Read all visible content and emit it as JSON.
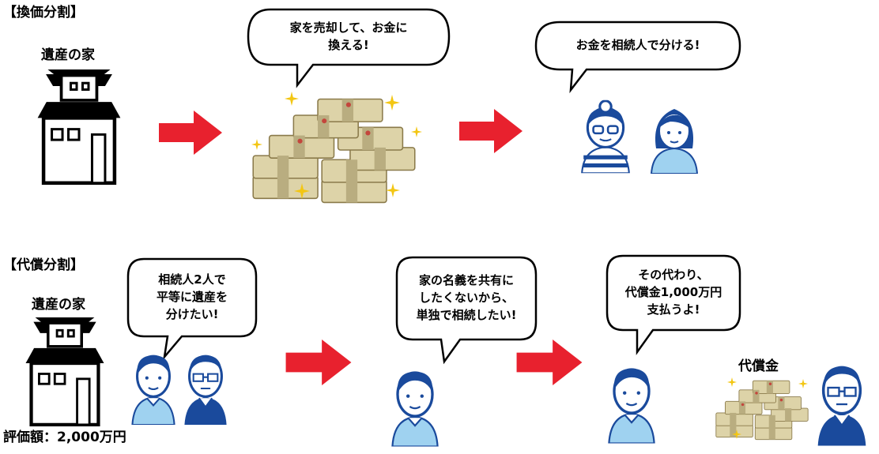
{
  "colors": {
    "arrow": "#e8212e",
    "person_blue": "#1a4a9c",
    "shirt_light": "#9fd2f0",
    "skin": "#ffffff",
    "money": "#d9d0a8",
    "sparkle": "#f3c613"
  },
  "top_section": {
    "heading": "【換価分割】",
    "house_label": "遺産の家",
    "bubble1": {
      "line1": "家を売却して、お金に",
      "line2": "換える!"
    },
    "bubble2": {
      "line1": "お金を相続人で分ける!"
    }
  },
  "bottom_section": {
    "heading": "【代償分割】",
    "house_label": "遺産の家",
    "valuation": "評価額：2,000万円",
    "bubble1": {
      "line1": "相続人2人で",
      "line2": "平等に遺産を",
      "line3": "分けたい!"
    },
    "bubble2": {
      "line1": "家の名義を共有に",
      "line2": "したくないから、",
      "line3": "単独で相続したい!"
    },
    "bubble3": {
      "line1": "その代わり、",
      "line2": "代償金1,000万円",
      "line3": "支払うよ!"
    },
    "money_label": "代償金"
  },
  "icons": [
    "house-icon",
    "arrow-right-icon",
    "money-stack-icon",
    "person-icon",
    "speech-bubble-icon",
    "sparkle-icon"
  ]
}
